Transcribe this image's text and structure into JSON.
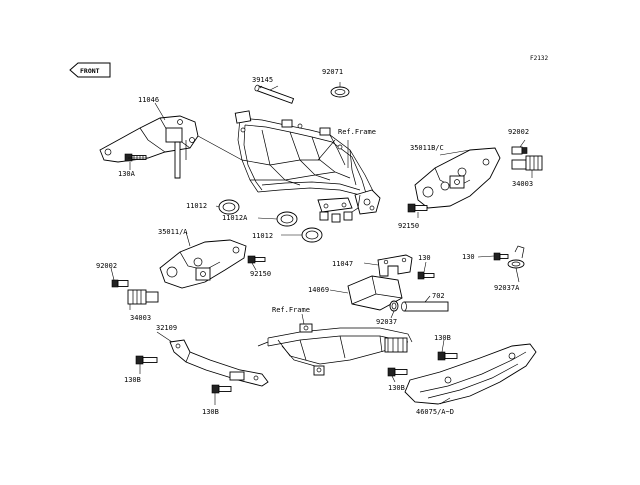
{
  "diagram_code": "F2132",
  "front_badge": "FRONT",
  "ref_frame_label": "Ref.Frame",
  "labels": {
    "p11046": "11046",
    "p130a": "130A",
    "p39145": "39145",
    "p92071": "92071",
    "p_ref_frame_top": "Ref.Frame",
    "p92002_right": "92002",
    "p35011bc": "35011B/C",
    "p34003_right": "34003",
    "p11012_a": "11012",
    "p11012a": "11012A",
    "p11012_b": "11012",
    "p92150_right": "92150",
    "p35011a": "35011/A",
    "p92002_left": "92002",
    "p92150_left": "92150",
    "p34003_left": "34003",
    "p11047": "11047",
    "p130_mid": "130",
    "p130_right": "130",
    "p14069": "14069",
    "p702": "702",
    "p92037a": "92037A",
    "p92037": "92037",
    "p_ref_frame_bottom": "Ref.Frame",
    "p32109": "32109",
    "p130b_left": "130B",
    "p130b_left2": "130B",
    "p130b_right": "130B",
    "p130b_right2": "130B",
    "p46075": "46075/A~D"
  }
}
